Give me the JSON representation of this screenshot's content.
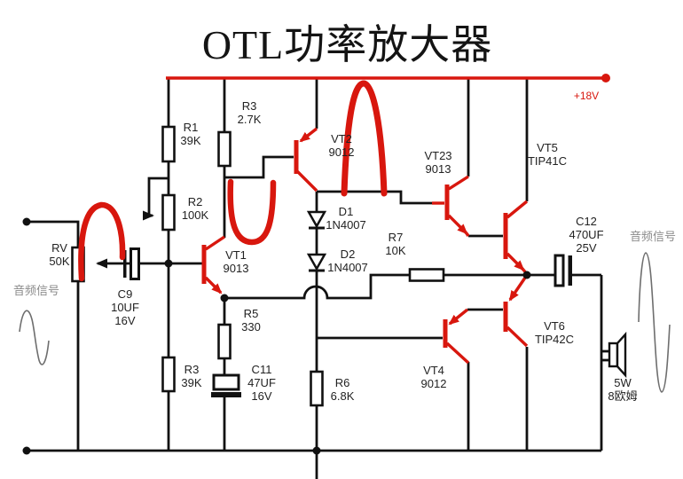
{
  "title": "OTL功率放大器",
  "power": {
    "rail_label": "+18V"
  },
  "components": {
    "r1": {
      "ref": "R1",
      "value": "39K"
    },
    "r2": {
      "ref": "R2",
      "value": "100K"
    },
    "r3_top": {
      "ref": "R3",
      "value": "2.7K"
    },
    "r3_bottom": {
      "ref": "R3",
      "value": "39K"
    },
    "r5": {
      "ref": "R5",
      "value": "330"
    },
    "r6": {
      "ref": "R6",
      "value": "6.8K"
    },
    "r7": {
      "ref": "R7",
      "value": "10K"
    },
    "rv": {
      "ref": "RV",
      "value": "50K"
    },
    "c9": {
      "ref": "C9",
      "value": "10UF",
      "voltage": "16V"
    },
    "c11": {
      "ref": "C11",
      "value": "47UF",
      "voltage": "16V"
    },
    "c12": {
      "ref": "C12",
      "value": "470UF",
      "voltage": "25V"
    },
    "d1": {
      "ref": "D1",
      "value": "1N4007"
    },
    "d2": {
      "ref": "D2",
      "value": "1N4007"
    },
    "vt1": {
      "ref": "VT1",
      "value": "9013"
    },
    "vt2": {
      "ref": "VT2",
      "value": "9012"
    },
    "vt23": {
      "ref": "VT23",
      "value": "9013"
    },
    "vt4": {
      "ref": "VT4",
      "value": "9012"
    },
    "vt5": {
      "ref": "VT5",
      "value": "TIP41C"
    },
    "vt6": {
      "ref": "VT6",
      "value": "TIP42C"
    }
  },
  "speaker": {
    "power": "5W",
    "impedance": "8欧姆"
  },
  "signals": {
    "input_label": "音频信号",
    "output_label": "音频信号"
  },
  "colors": {
    "wire": "#111111",
    "accent_red": "#d8170e",
    "signal_gray": "#8b8b8b"
  }
}
